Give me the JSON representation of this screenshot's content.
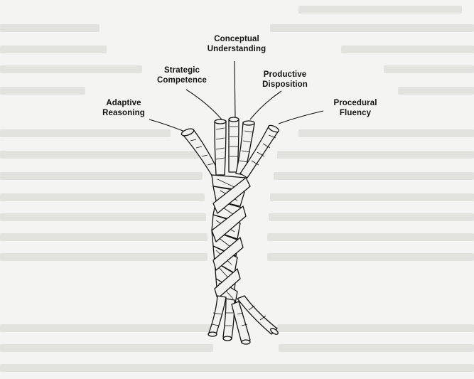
{
  "diagram": {
    "labels": {
      "conceptual": {
        "line1": "Conceptual",
        "line2": "Understanding"
      },
      "strategic": {
        "line1": "Strategic",
        "line2": "Competence"
      },
      "productive": {
        "line1": "Productive",
        "line2": "Disposition"
      },
      "adaptive": {
        "line1": "Adaptive",
        "line2": "Reasoning"
      },
      "procedural": {
        "line1": "Procedural",
        "line2": "Fluency"
      }
    },
    "colors": {
      "ink": "#111111",
      "rope_fill": "#f2f2f0",
      "paper": "#f4f4f2",
      "bleed_text": "#dcdcd8"
    }
  }
}
